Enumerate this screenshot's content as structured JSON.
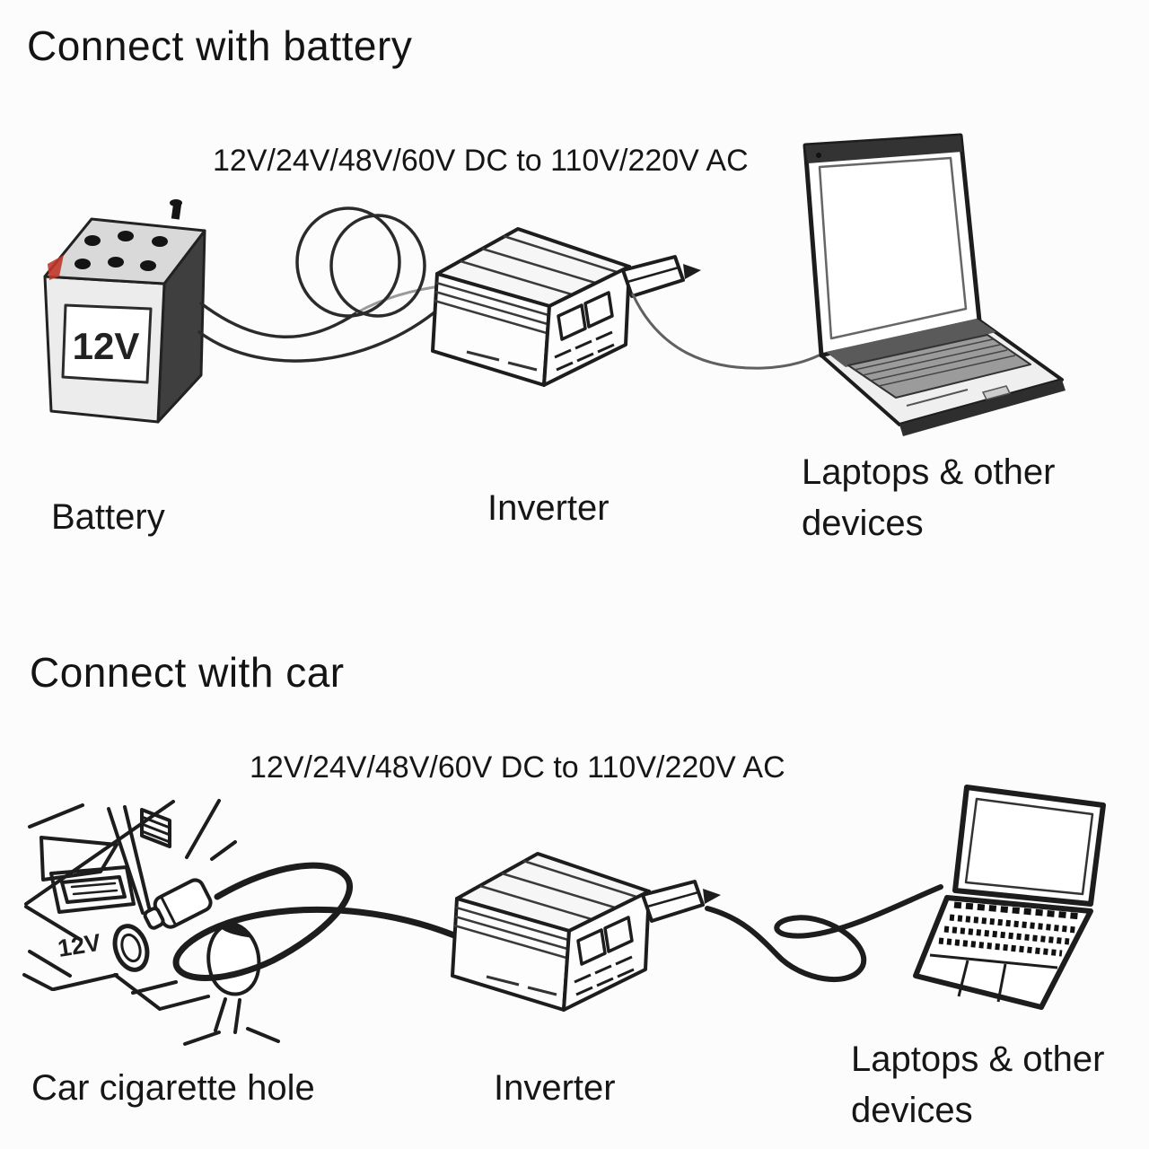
{
  "page": {
    "background": "#fcfcfc",
    "ink": "#1d1d1d",
    "accent_red": "#c0392b"
  },
  "sections": {
    "battery": {
      "heading": "Connect with battery",
      "conversion": "12V/24V/48V/60V DC to 110V/220V AC",
      "battery_voltage": "12V",
      "battery_label": "Battery",
      "inverter_label": "Inverter",
      "devices_label": "Laptops & other devices"
    },
    "car": {
      "heading": "Connect with car",
      "conversion": "12V/24V/48V/60V DC to 110V/220V AC",
      "socket_voltage": "12V",
      "socket_label": "Car cigarette hole",
      "inverter_label": "Inverter",
      "devices_label": "Laptops & other devices"
    }
  }
}
